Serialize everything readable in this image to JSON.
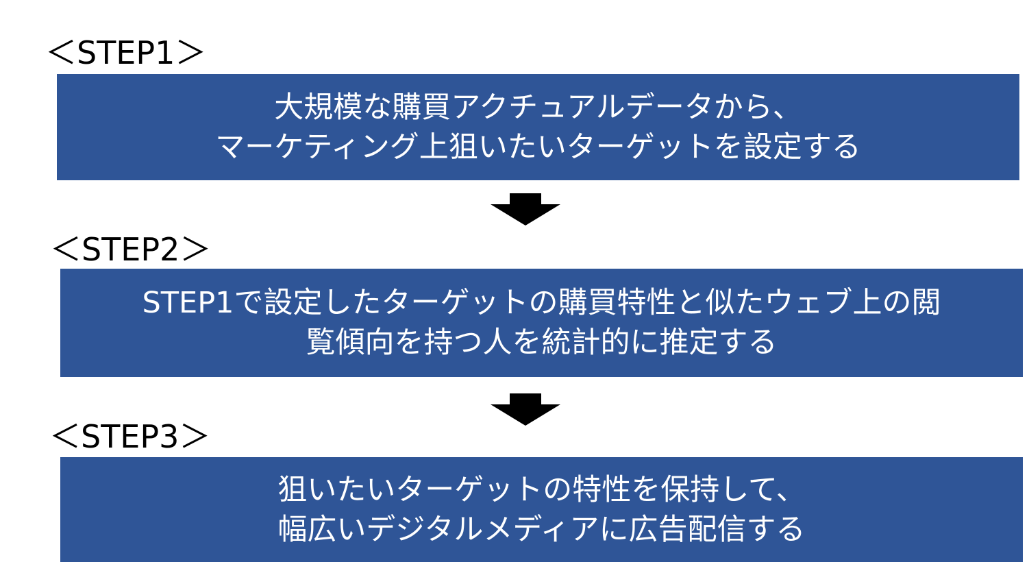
{
  "colors": {
    "box_fill": "#2f5597",
    "box_text": "#ffffff",
    "label_text": "#000000",
    "arrow": "#000000"
  },
  "steps": [
    {
      "label": "＜STEP1＞",
      "lines": [
        "大規模な購買アクチュアルデータから、",
        "マーケティング上狙いたいターゲットを設定する"
      ]
    },
    {
      "label": "＜STEP2＞",
      "lines": [
        "STEP1で設定したターゲットの購買特性と似たウェブ上の閲",
        "覧傾向を持つ人を統計的に推定する"
      ]
    },
    {
      "label": "＜STEP3＞",
      "lines": [
        "狙いたいターゲットの特性を保持して、",
        "幅広いデジタルメディアに広告配信する"
      ]
    }
  ],
  "arrows": [
    {
      "icon": "down-arrow-icon"
    },
    {
      "icon": "down-arrow-icon"
    }
  ]
}
